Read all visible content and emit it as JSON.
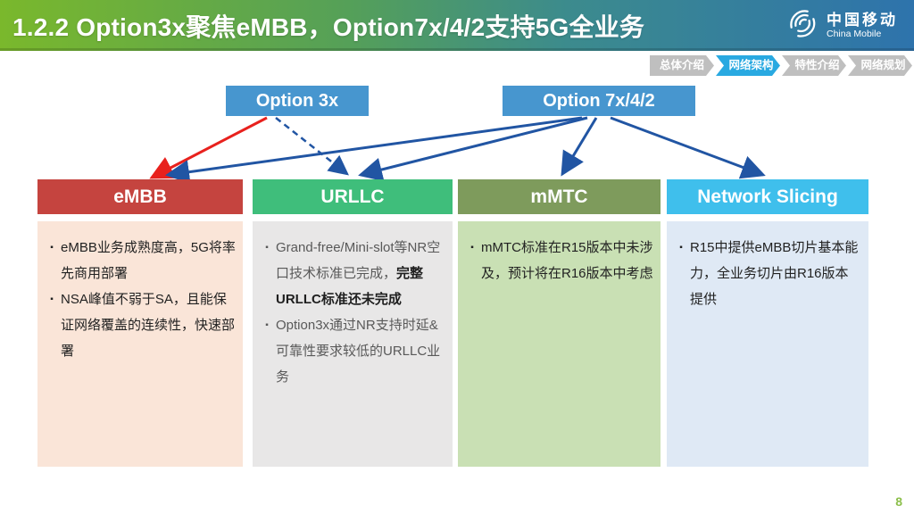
{
  "header": {
    "title": "1.2.2 Option3x聚焦eMBB，Option7x/4/2支持5G全业务",
    "logo": {
      "cn": "中国移动",
      "en": "China Mobile"
    }
  },
  "breadcrumb": {
    "items": [
      {
        "label": "总体介绍",
        "active": false
      },
      {
        "label": "网络架构",
        "active": true
      },
      {
        "label": "特性介绍",
        "active": false
      },
      {
        "label": "网络规划",
        "active": false
      }
    ]
  },
  "options": [
    {
      "label": "Option 3x"
    },
    {
      "label": "Option 7x/4/2"
    }
  ],
  "columns": [
    {
      "title": "eMBB",
      "bullets": [
        "eMBB业务成熟度高，5G将率先商用部署",
        "NSA峰值不弱于SA，且能保证网络覆盖的连续性，快速部署"
      ]
    },
    {
      "title": "URLLC",
      "bullets": [
        {
          "text": "Grand-free/Mini-slot等NR空口技术标准已完成，",
          "bold_text": "完整URLLC标准还未完成"
        },
        {
          "text": "Option3x通过NR支持时延&可靠性要求较低的URLLC业务"
        }
      ]
    },
    {
      "title": "mMTC",
      "bullets": [
        "mMTC标准在R15版本中未涉及，预计将在R16版本中考虑"
      ]
    },
    {
      "title": "Network Slicing",
      "bullets": [
        "R15中提供eMBB切片基本能力，全业务切片由R16版本提供"
      ]
    }
  ],
  "ui": {
    "bullet_char": "▪"
  },
  "page_number": "8",
  "colors": {
    "header_gradient_left": "#7ab82c",
    "header_gradient_right": "#2e73ac",
    "option_box_blue": "#4796cf",
    "arrow_blue": "#2155a3",
    "arrow_red": "#e8211d",
    "breadcrumb_inactive": "#bfbfbf",
    "breadcrumb_active": "#29a9e1",
    "embb_header": "#c5443f",
    "embb_body": "#fae5d8",
    "urllc_header": "#3fbe7b",
    "urllc_body": "#e8e7e7",
    "mmtc_header": "#7e9b5c",
    "mmtc_body": "#c9e0b4",
    "slicing_header": "#3fbfec",
    "slicing_body": "#dfe9f5",
    "page_number_green": "#8cbf4b"
  }
}
